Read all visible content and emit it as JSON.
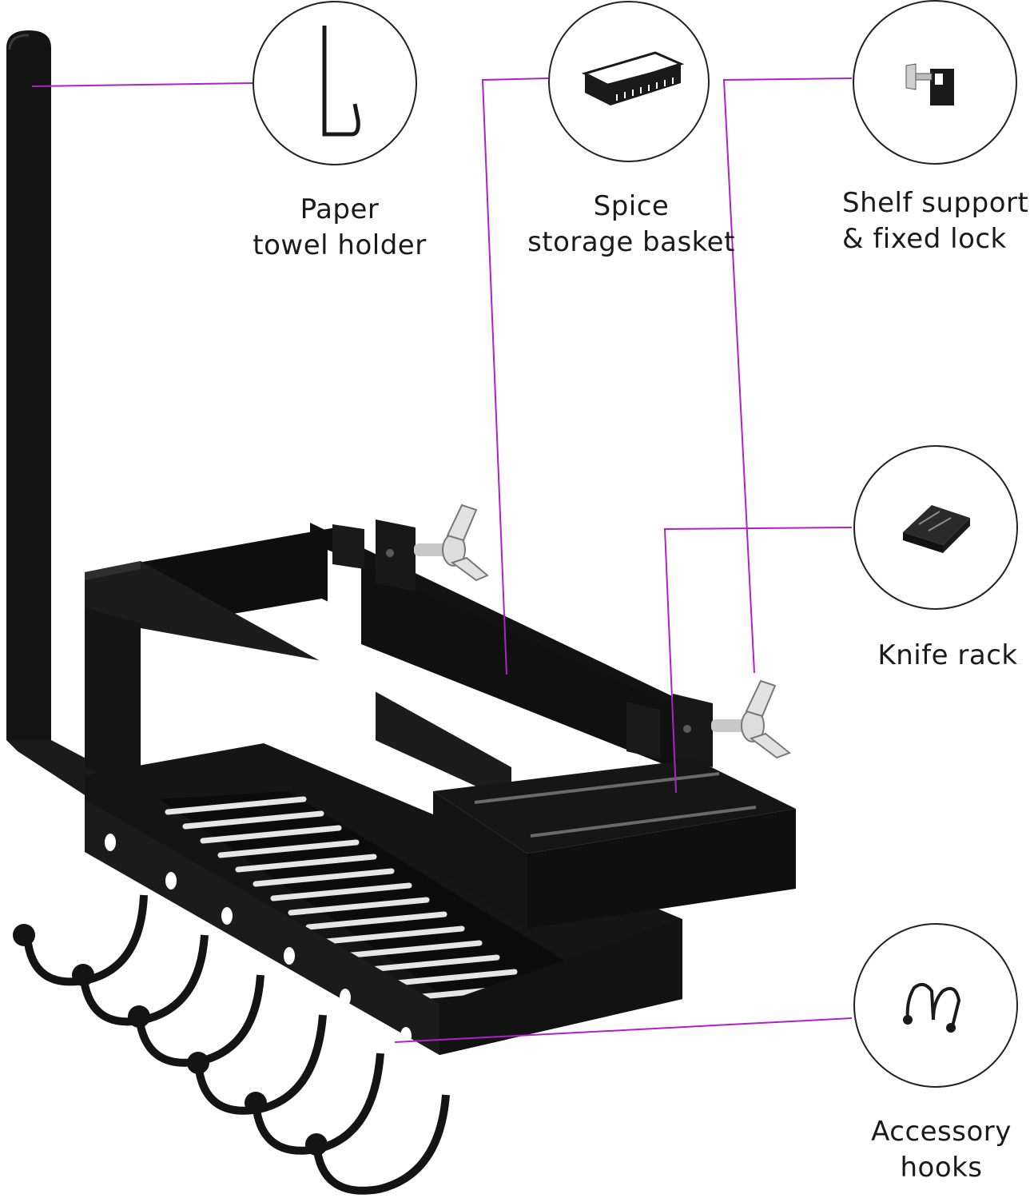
{
  "colors": {
    "leader_line": "#b020c8",
    "product": "#141414",
    "product_edge": "#3a3a3a",
    "circle_outline": "#222222",
    "metal": "#c8c8c8"
  },
  "callouts": [
    {
      "icon": "towel-hook-icon",
      "lines": [
        "Paper",
        "towel holder"
      ]
    },
    {
      "icon": "basket-icon",
      "lines": [
        "Spice",
        "storage basket"
      ]
    },
    {
      "icon": "clamp-lock-icon",
      "lines": [
        "Shelf support",
        "& fixed lock"
      ]
    },
    {
      "icon": "knife-block-icon",
      "lines": [
        "Knife rack"
      ]
    },
    {
      "icon": "double-hook-icon",
      "lines": [
        "Accessory",
        "hooks"
      ]
    }
  ]
}
